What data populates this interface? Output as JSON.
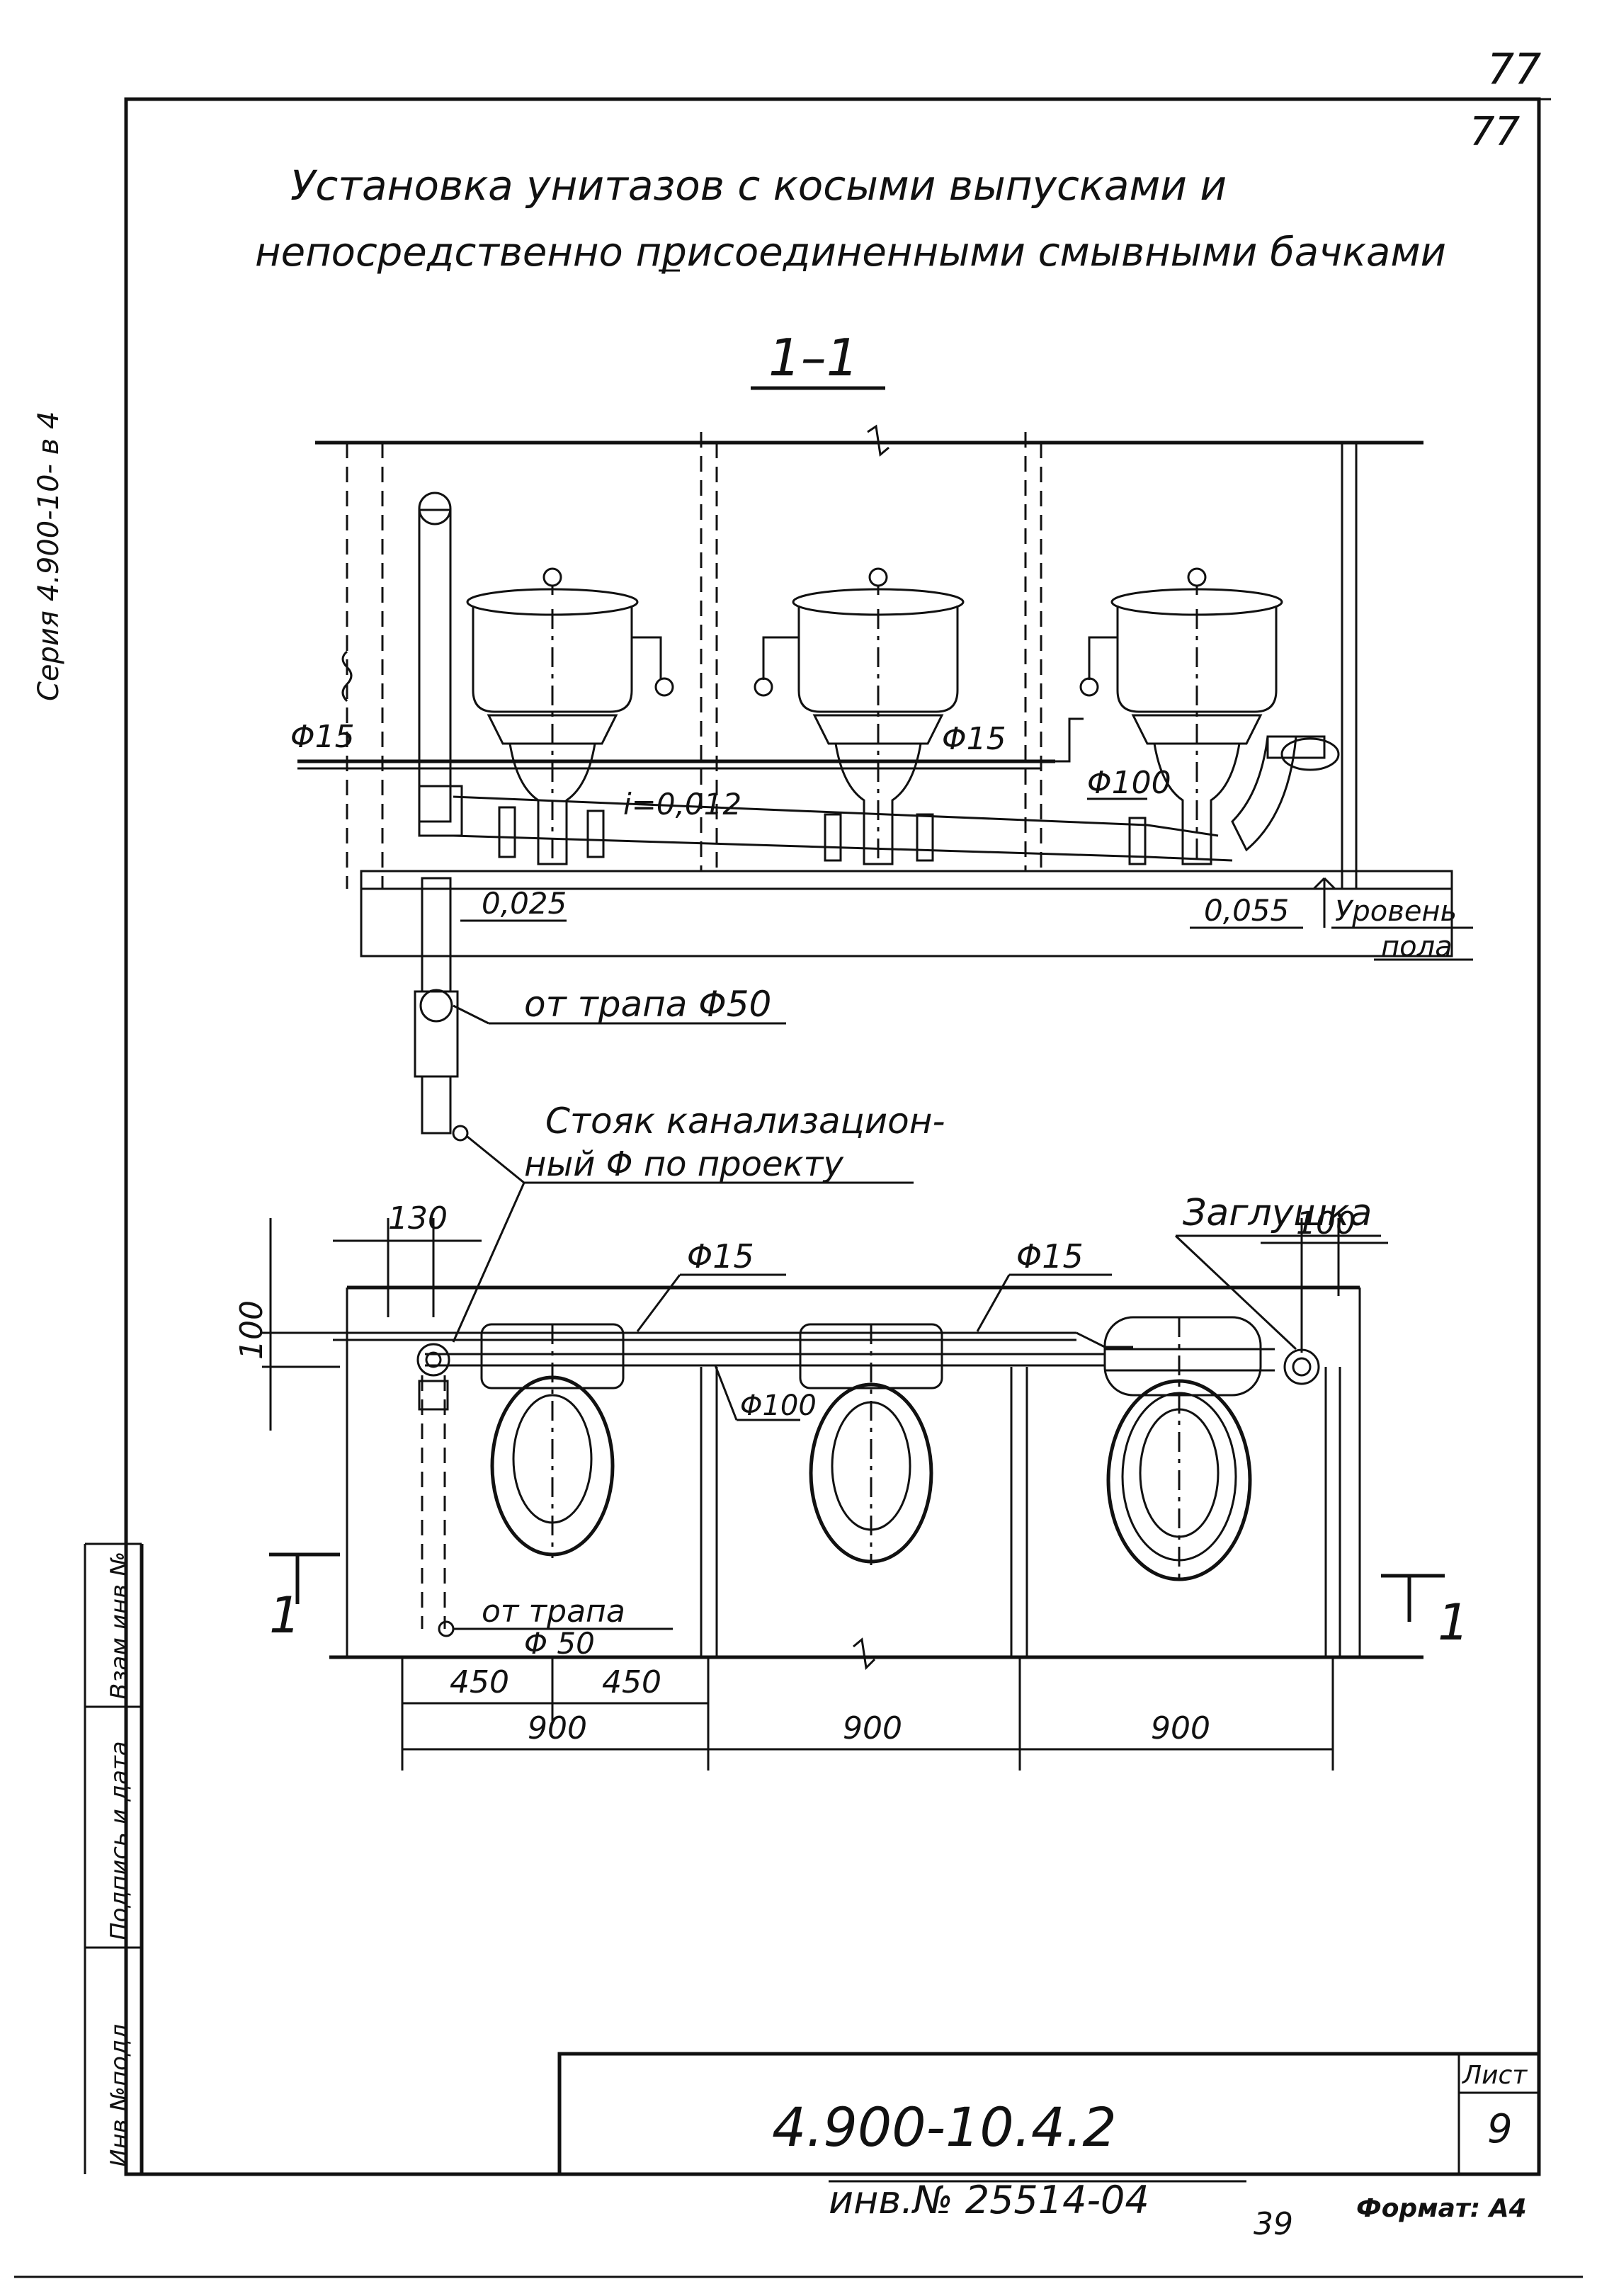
{
  "sheet": {
    "sheet_number_top": "77",
    "sheet_number_top2": "77",
    "series_vertical": "Серия 4.900-10- в 4",
    "title_line1": "Установка унитазов с косыми выпусками и",
    "title_line2": "непосредственно присоединенными смывными бачками"
  },
  "section": {
    "label": "1–1",
    "pipe_label_left": "Φ15",
    "pipe_label_mid": "Φ15",
    "pipe_label_100": "Φ100",
    "slope": "i=0,012",
    "level_left": "0,025",
    "level_right": "0,055",
    "floor_level_1": "Уровень",
    "floor_level_2": "пола",
    "drain": "от трапа Φ50",
    "riser_1": "Стояк канализацион-",
    "riser_2": "ный Φ по проекту"
  },
  "plan": {
    "plug": "Заглушка",
    "dim_130": "130",
    "dim_100_left": "100",
    "dim_100_right": "100",
    "pipe_15_a": "Φ15",
    "pipe_15_b": "Φ15",
    "pipe_100": "Φ100",
    "drain_1": "от трапа",
    "drain_2": "Φ 50",
    "cut_left": "1",
    "cut_right": "1",
    "dim_450_a": "450",
    "dim_450_b": "450",
    "dim_900_a": "900",
    "dim_900_b": "900",
    "dim_900_c": "900"
  },
  "stamp": {
    "doc_code": "4.900-10.4.2",
    "sheet_label": "Лист",
    "sheet_num": "9",
    "side_1": "Инв.№подл.",
    "side_2": "Подпись и дата",
    "side_3": "Взам.инв.№",
    "inv": "инв.№ 25514-04",
    "page": "39",
    "format": "Формат: А4"
  }
}
